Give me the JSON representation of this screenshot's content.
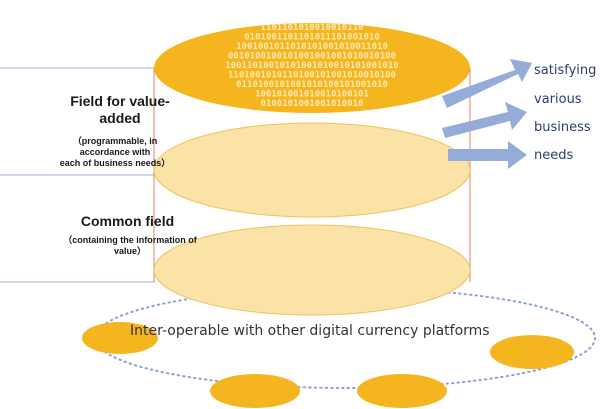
{
  "field_value_added": {
    "title_line1": "Field for value-",
    "title_line2": "added",
    "note_line1": "（programmable, in",
    "note_line2": "accordance with",
    "note_line3": "each of business needs）"
  },
  "field_common": {
    "title": "Common field",
    "note_line1": "（containing the information of",
    "note_line2": "value）"
  },
  "outcome_words": [
    "satisfying",
    "various",
    "business",
    "needs"
  ],
  "interop_label": "Inter-operable with other digital currency platforms",
  "binary_rows": [
    "1101101010010010110",
    "0101001101101011101001010",
    "1001001011010101001010011010",
    "0010100100101001001001010010100",
    "10011010010101001010010101001010",
    "1101001010110100101001010010100",
    "0110100101001010100101001010",
    "100101001010010100101",
    "0100101001001010010"
  ],
  "colors": {
    "gold": "#f4b51e",
    "cream": "#fbe2a6",
    "cylinder_edge": "#e8957a",
    "arrow": "#95acd8",
    "dots": "#8da2d1",
    "guide": "#9fb1d9"
  }
}
